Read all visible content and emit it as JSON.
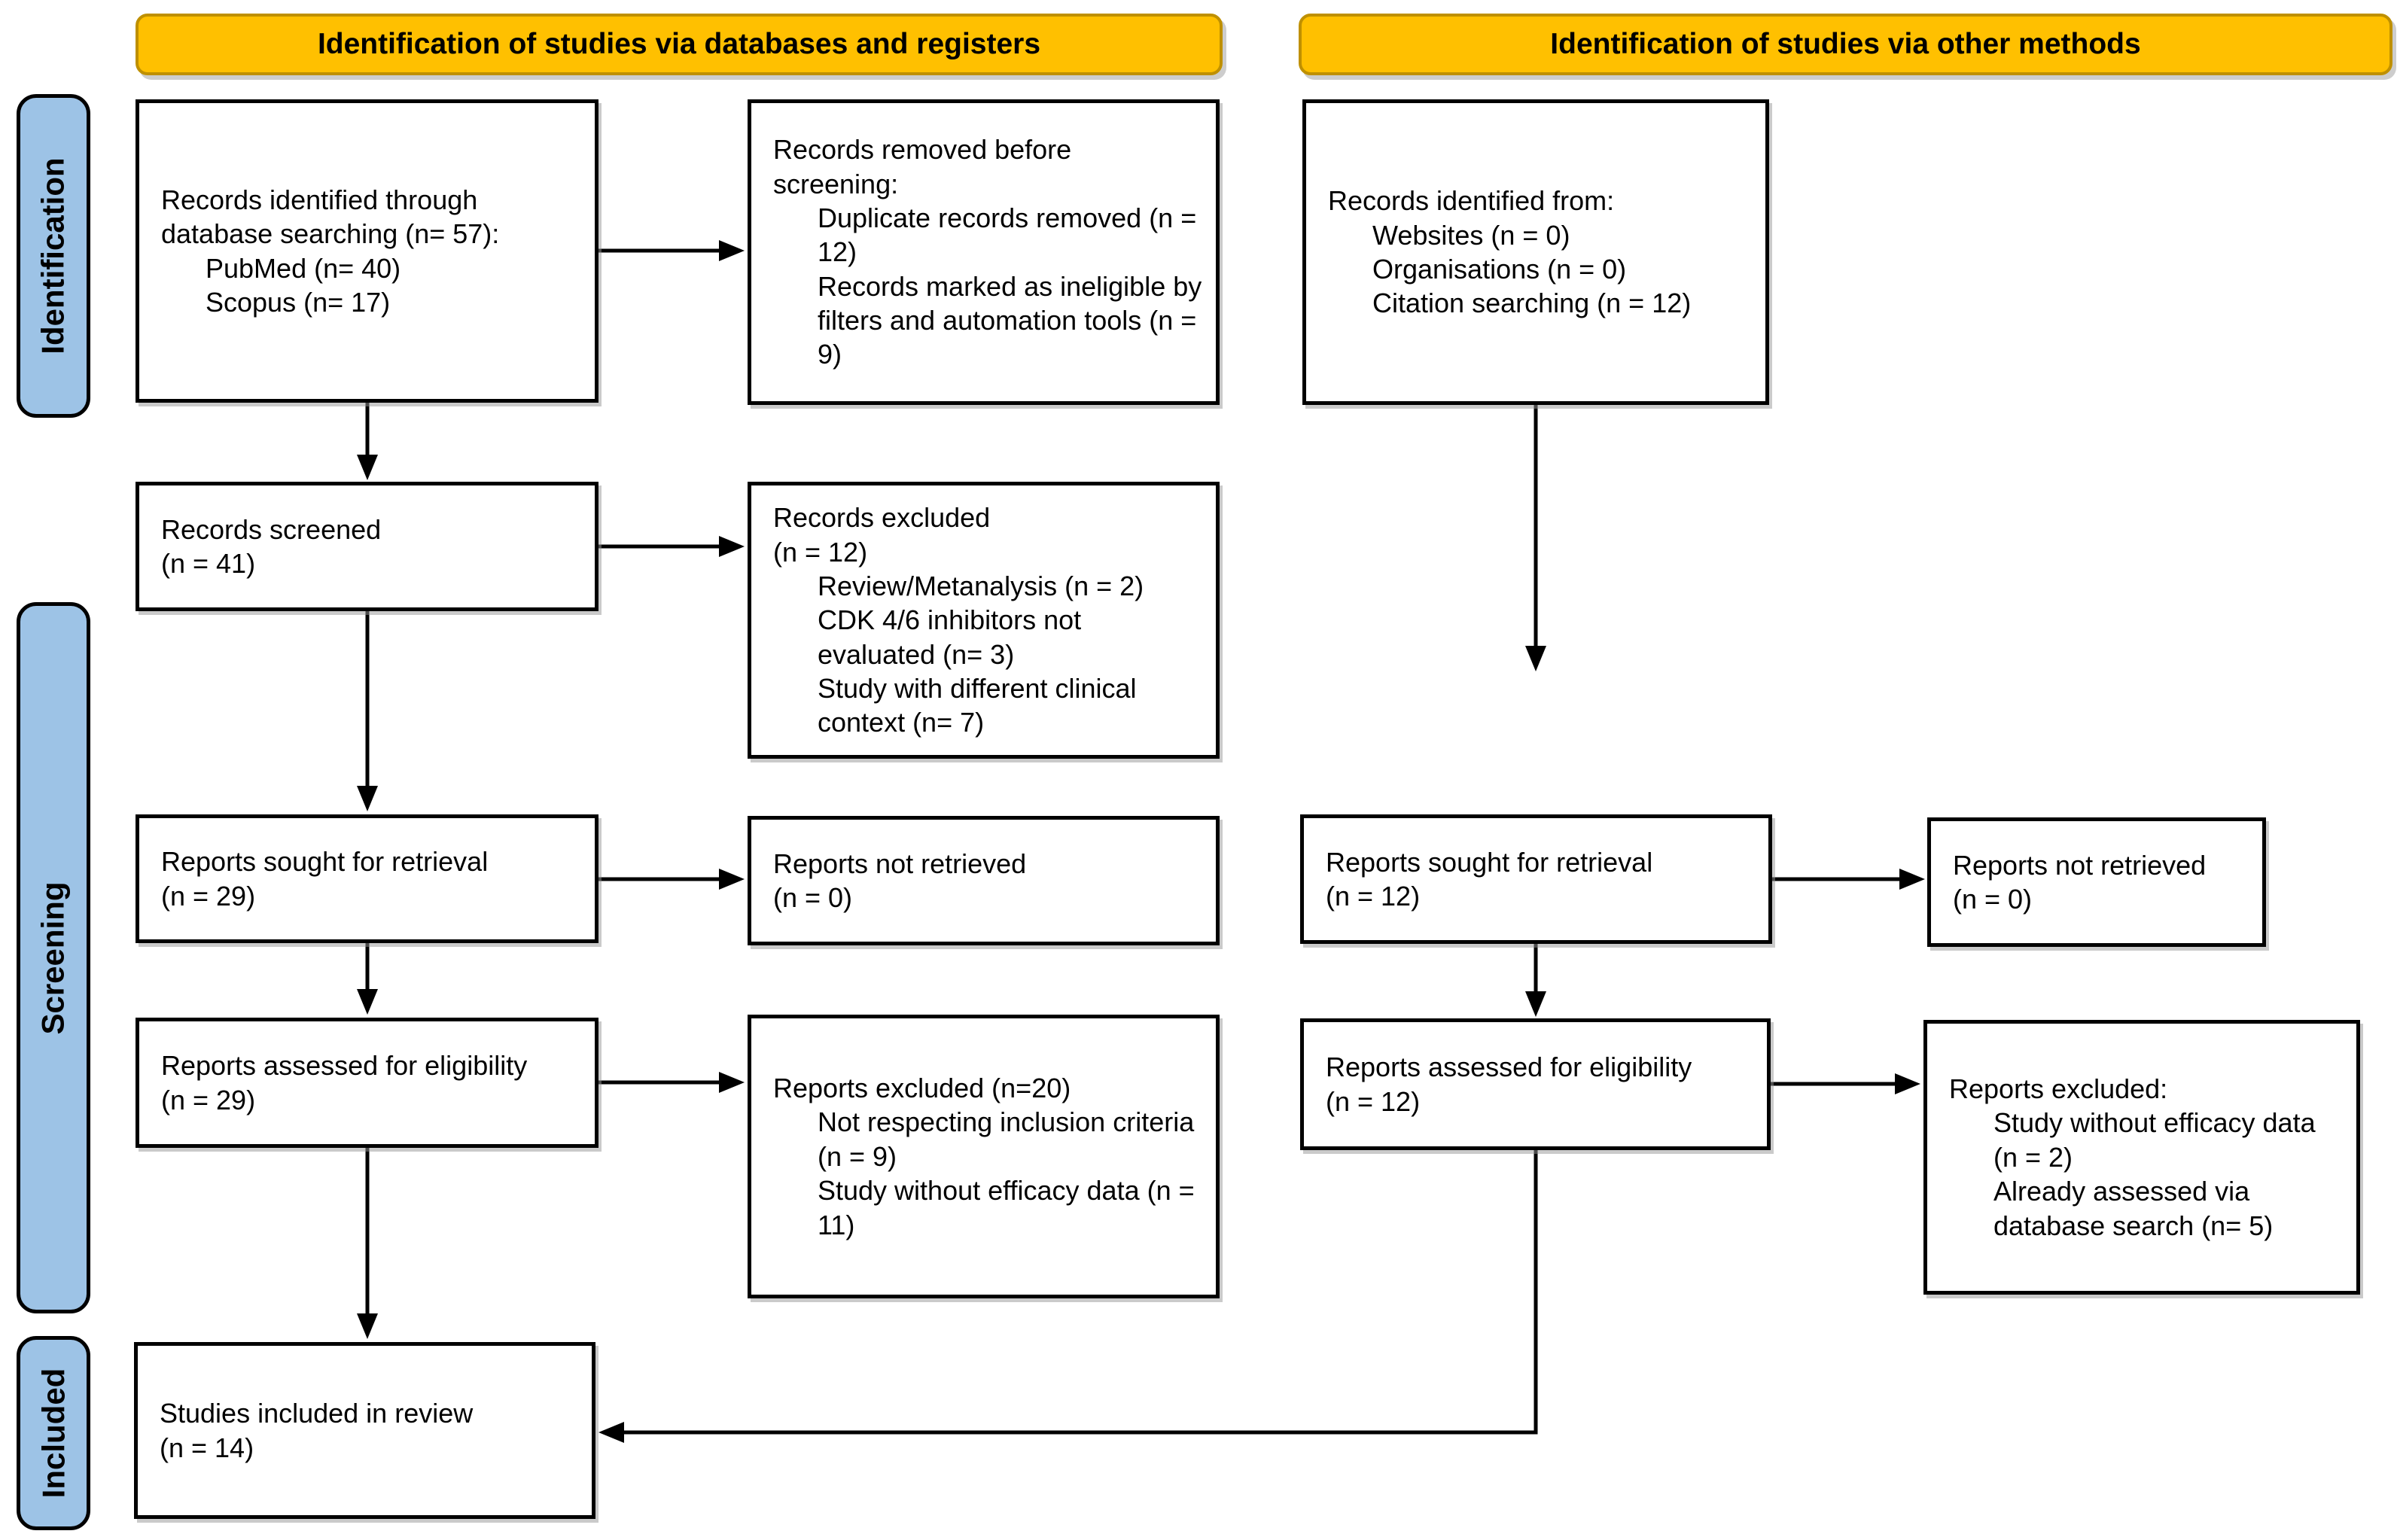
{
  "diagram": {
    "type": "prisma-flow",
    "banners": {
      "left": "Identification of studies via databases and registers",
      "right": "Identification of studies via other methods"
    },
    "stages": {
      "identification": "Identification",
      "screening": "Screening",
      "included": "Included"
    },
    "colors": {
      "banner_fill": "#FFC000",
      "banner_border": "#BF9000",
      "stage_fill": "#9DC3E6",
      "box_fill": "#FFFFFF",
      "box_border": "#000000",
      "arrow": "#000000"
    },
    "boxes": {
      "db_identified": {
        "lines": [
          "Records identified through database searching (n= 57):",
          "PubMed (n= 40)",
          "Scopus (n= 17)"
        ]
      },
      "removed_before_screening": {
        "lines": [
          "Records removed before screening:",
          "Duplicate records removed (n = 12)",
          "Records marked as ineligible by filters and automation tools (n = 9)"
        ]
      },
      "other_identified": {
        "lines": [
          "Records identified from:",
          "Websites (n = 0)",
          "Organisations (n = 0)",
          "Citation searching (n = 12)"
        ]
      },
      "records_screened": {
        "lines": [
          "Records screened",
          "(n = 41)"
        ]
      },
      "records_excluded": {
        "lines": [
          "Records excluded",
          "(n = 12)",
          "Review/Metanalysis (n = 2)",
          "CDK 4/6 inhibitors not evaluated (n= 3)",
          "Study with different clinical context (n= 7)"
        ]
      },
      "reports_sought_db": {
        "lines": [
          "Reports sought for retrieval",
          "(n = 29)"
        ]
      },
      "reports_not_retrieved_db": {
        "lines": [
          "Reports not retrieved",
          "(n = 0)"
        ]
      },
      "reports_assessed_db": {
        "lines": [
          "Reports assessed for eligibility",
          "(n = 29)"
        ]
      },
      "reports_excluded_db": {
        "lines": [
          "Reports excluded (n=20)",
          "Not respecting inclusion criteria (n = 9)",
          "Study without efficacy data (n = 11)"
        ]
      },
      "reports_sought_other": {
        "lines": [
          "Reports sought for retrieval",
          "(n = 12)"
        ]
      },
      "reports_not_retrieved_other": {
        "lines": [
          "Reports not retrieved",
          "(n = 0)"
        ]
      },
      "reports_assessed_other": {
        "lines": [
          "Reports assessed for eligibility",
          "(n = 12)"
        ]
      },
      "reports_excluded_other": {
        "lines": [
          "Reports excluded:",
          "Study without efficacy data (n = 2)",
          "Already assessed via database search (n= 5)"
        ]
      },
      "studies_included": {
        "lines": [
          "Studies included in review",
          "(n = 14)"
        ]
      }
    }
  }
}
